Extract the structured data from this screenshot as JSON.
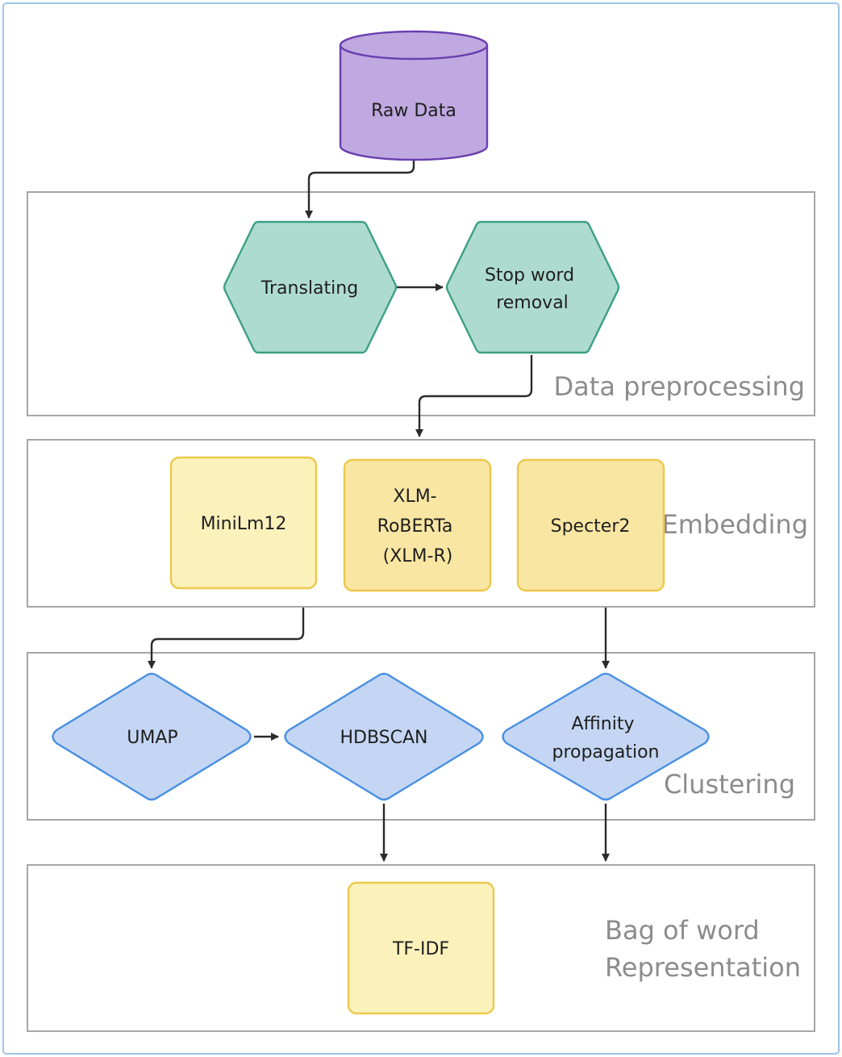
{
  "nodes": {
    "raw_data": "Raw Data",
    "translating": "Translating",
    "stop_word": [
      "Stop word",
      "removal"
    ],
    "minilm": "MiniLm12",
    "xlm_roberta": [
      "XLM-",
      "RoBERTa",
      "(XLM-R)"
    ],
    "specter": "Specter2",
    "umap": "UMAP",
    "hdbscan": "HDBSCAN",
    "affinity": [
      "Affinity",
      "propagation"
    ],
    "tfidf": "TF-IDF"
  },
  "groups": {
    "preprocessing": "Data preprocessing",
    "embedding": "Embedding",
    "clustering": "Clustering",
    "bow": [
      "Bag of word",
      "Representation"
    ]
  },
  "colors": {
    "frame": "#9ec3e8",
    "group_border": "#a6a6a6",
    "db_fill": "#bfa9e0",
    "db_stroke": "#6a3fb0",
    "hex_fill": "#aedbd0",
    "hex_stroke": "#3ca084",
    "box_light_fill": "#fbf1bb",
    "box_mid_fill": "#f9e6a2",
    "box_stroke": "#ecc84a",
    "diamond_fill": "#c4d6f3",
    "diamond_stroke": "#4a90e2",
    "arrow": "#2b2b2b",
    "group_label": "#8c8c8c"
  }
}
